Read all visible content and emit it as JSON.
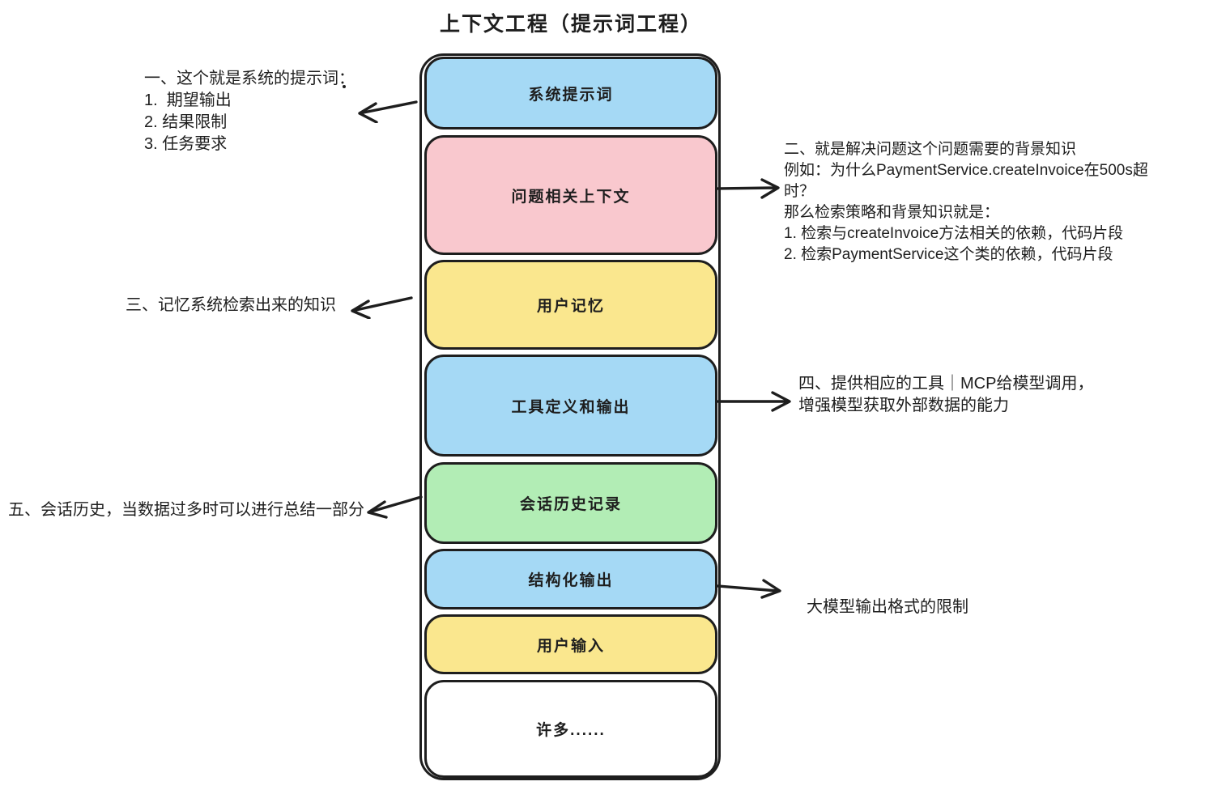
{
  "title": "上下文工程（提示词工程）",
  "colors": {
    "border": "#1e1e1e",
    "background": "#ffffff",
    "blue": "#a5d9f5",
    "pink": "#f9c8ce",
    "yellow": "#fae78e",
    "green": "#b2edb5",
    "white": "#ffffff"
  },
  "stack": {
    "boxes": [
      {
        "label": "系统提示词",
        "color": "#a5d9f5"
      },
      {
        "label": "问题相关上下文",
        "color": "#f9c8ce"
      },
      {
        "label": "用户记忆",
        "color": "#fae78e"
      },
      {
        "label": "工具定义和输出",
        "color": "#a5d9f5"
      },
      {
        "label": "会话历史记录",
        "color": "#b2edb5"
      },
      {
        "label": "结构化输出",
        "color": "#a5d9f5"
      },
      {
        "label": "用户输入",
        "color": "#fae78e"
      },
      {
        "label": "许多......",
        "color": "#ffffff"
      }
    ]
  },
  "annotations": {
    "left1": {
      "line1": "一、这个就是系统的提示词：",
      "line2": "1.  期望输出",
      "line3": "2. 结果限制",
      "line4": "3. 任务要求"
    },
    "left3": {
      "text": "三、记忆系统检索出来的知识"
    },
    "left5": {
      "text": "五、会话历史，当数据过多时可以进行总结一部分"
    },
    "right2": {
      "line1": "二、就是解决问题这个问题需要的背景知识",
      "line2": "例如：为什么PaymentService.createInvoice在500s超",
      "line3": "时？",
      "line4": "那么检索策略和背景知识就是：",
      "line5": "1. 检索与createInvoice方法相关的依赖，代码片段",
      "line6": "2. 检索PaymentService这个类的依赖，代码片段"
    },
    "right4": {
      "line1": "四、提供相应的工具｜MCP给模型调用，",
      "line2": "增强模型获取外部数据的能力"
    },
    "right6": {
      "text": "大模型输出格式的限制"
    }
  }
}
